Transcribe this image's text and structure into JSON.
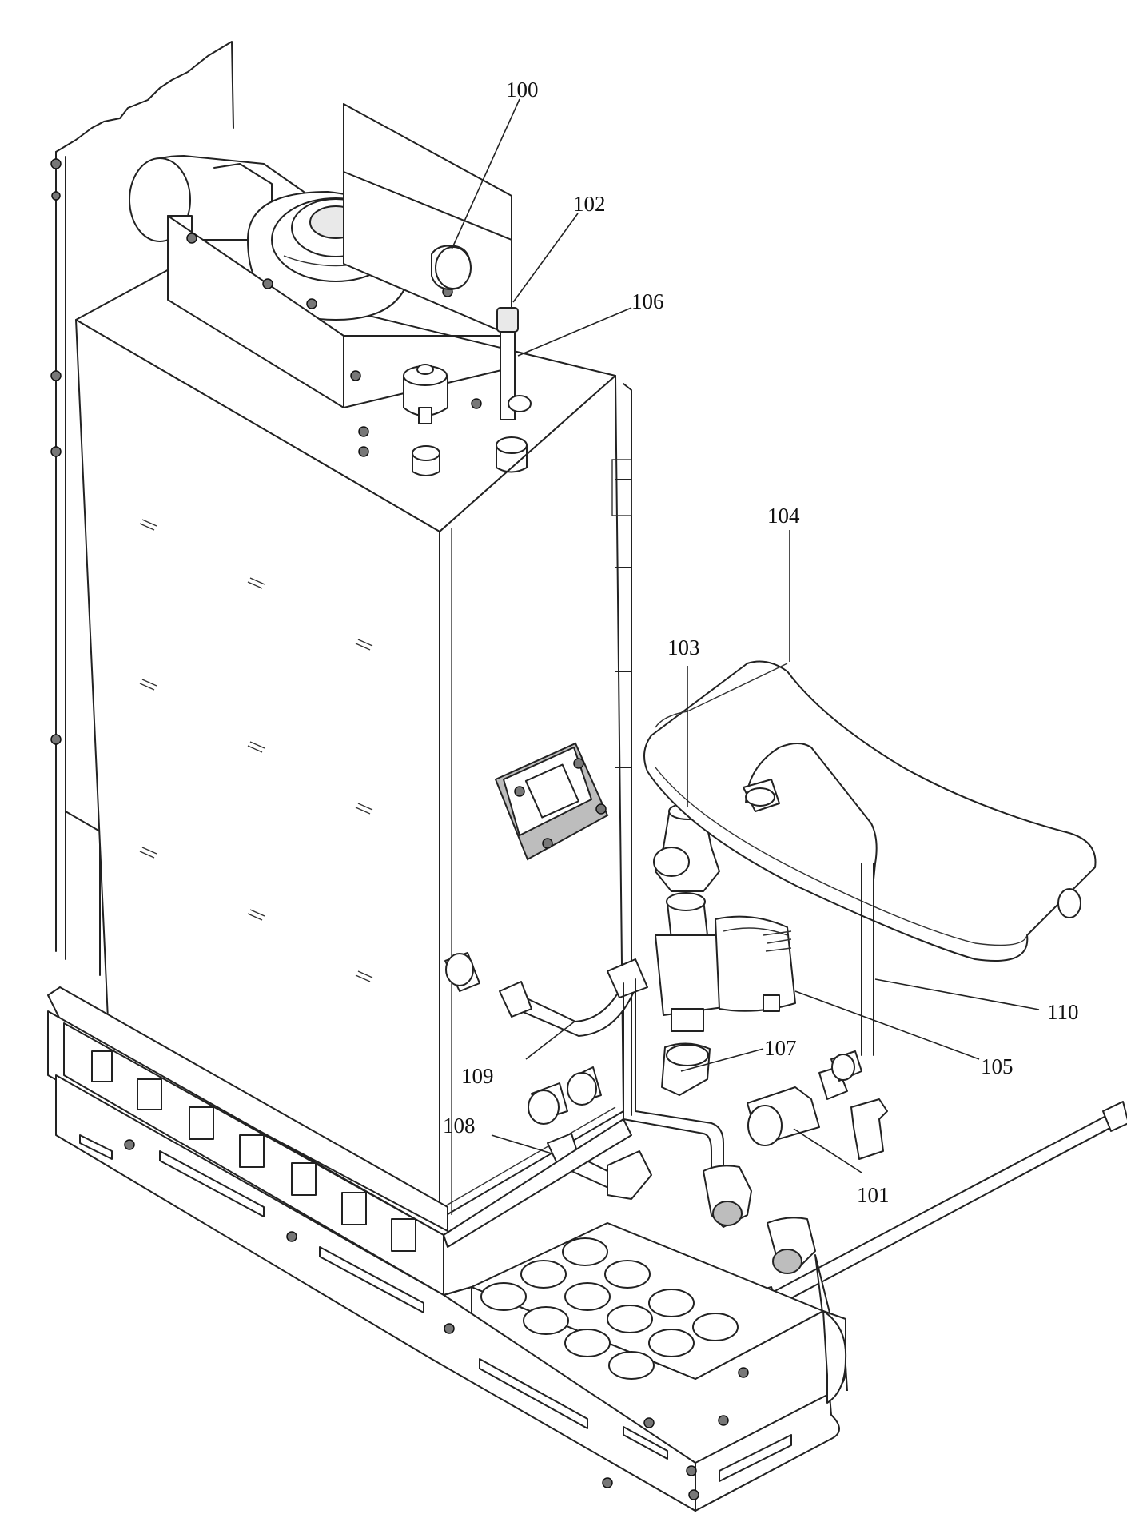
{
  "callouts": [
    {
      "id": "100",
      "label": "100"
    },
    {
      "id": "101",
      "label": "101"
    },
    {
      "id": "102",
      "label": "102"
    },
    {
      "id": "103",
      "label": "103"
    },
    {
      "id": "104",
      "label": "104"
    },
    {
      "id": "105",
      "label": "105"
    },
    {
      "id": "106",
      "label": "106"
    },
    {
      "id": "107",
      "label": "107"
    },
    {
      "id": "108",
      "label": "108"
    },
    {
      "id": "109",
      "label": "109"
    },
    {
      "id": "110",
      "label": "110"
    }
  ]
}
